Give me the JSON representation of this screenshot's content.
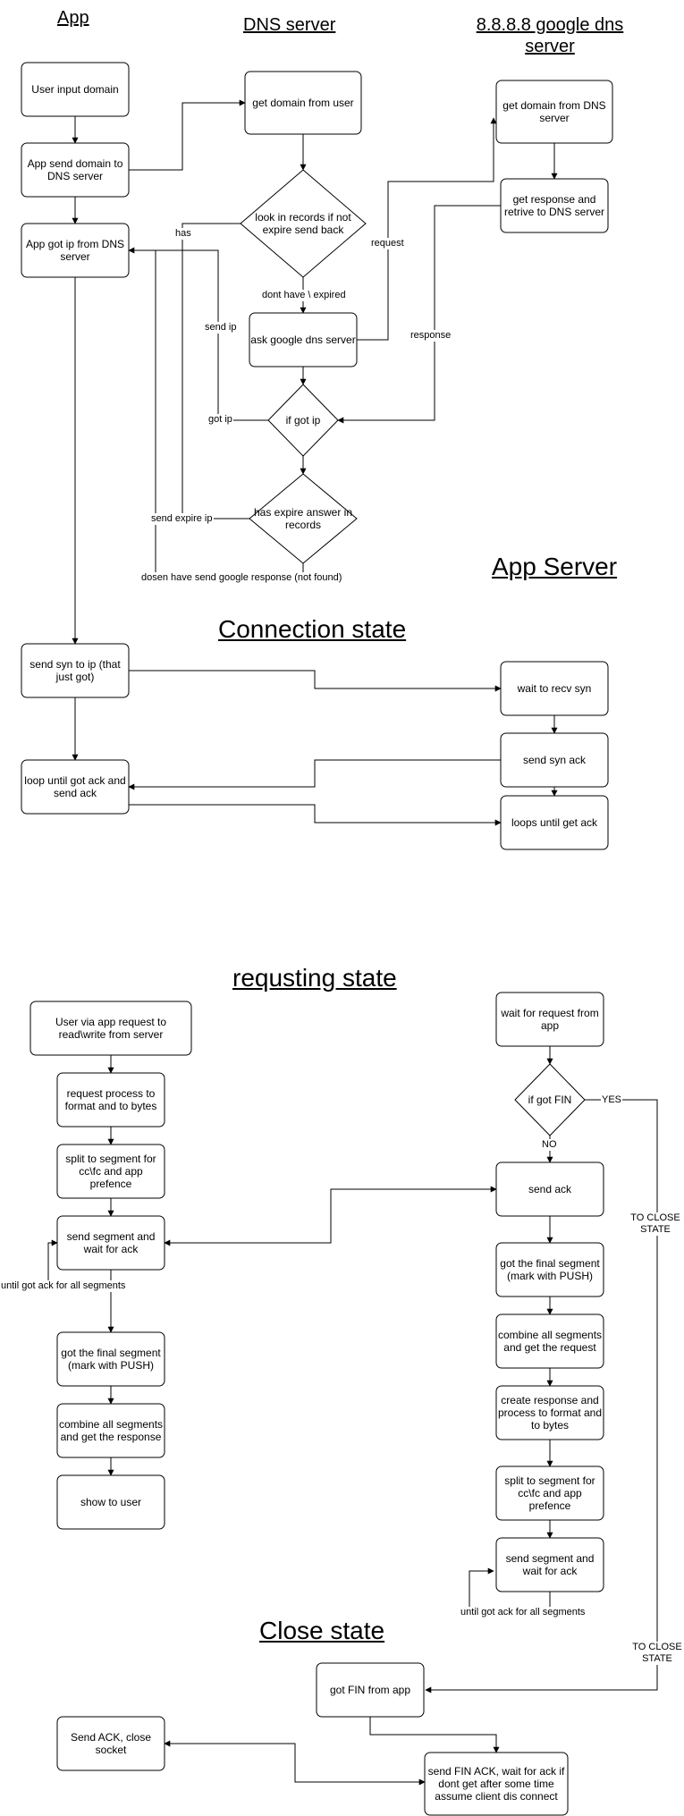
{
  "headings": {
    "app": "App",
    "dns_server": "DNS server",
    "google_dns": "8.8.8.8 google dns server",
    "app_server": "App Server",
    "connection_state": "Connection state",
    "requesting_state": "requsting state",
    "close_state": "Close state"
  },
  "dns_flow": {
    "user_input_domain": "User input domain",
    "app_send_domain": "App send domain to DNS server",
    "app_got_ip": "App got ip from DNS server",
    "get_domain_from_user": "get domain from  user",
    "look_in_records": "look in records if not expire send back",
    "ask_google": "ask google dns server",
    "if_got_ip": "if got ip",
    "has_expire_answer": "has expire answer in records",
    "google_get_domain": "get domain from  DNS server",
    "google_get_response": "get response and retrive to DNS server",
    "label_has": "has",
    "label_dont_have": "dont have \\ expired",
    "label_send_ip": "send ip",
    "label_got_ip": "got ip",
    "label_request": "request",
    "label_response": "response",
    "label_send_expire_ip": "send expire ip",
    "label_not_found": "dosen have send google response (not found)"
  },
  "connection_flow": {
    "send_syn": "send syn to ip (that just got)",
    "loop_ack": "loop until got ack and send  ack",
    "wait_syn": "wait to recv syn",
    "send_syn_ack": "send syn ack",
    "loops_get_ack": "loops until get ack"
  },
  "request_flow": {
    "user_request": "User via app request to read\\write from server",
    "request_process": "request process to format and to bytes",
    "split_segment_client": "split to segment for cc\\fc and app prefence",
    "send_segment_client": "send  segment and wait for ack",
    "label_until_ack_client": "until got ack for all segments",
    "final_segment_client": "got the final segment (mark with PUSH)",
    "combine_response": "combine all segments and get the response",
    "show_user": "show to user",
    "wait_request": "wait for request from app",
    "if_got_fin": "if got FIN",
    "label_yes": "YES",
    "label_no": "NO",
    "label_to_close_1": "TO CLOSE STATE",
    "send_ack": "send ack",
    "final_segment_server": "got the final segment (mark with PUSH)",
    "combine_request": "combine all segments and get the request",
    "create_response": "create response and process to format and  to bytes",
    "split_segment_server": "split to segment for cc\\fc and app prefence",
    "send_segment_server": "send  segment and wait for ack",
    "label_until_ack_server": "until got ack for all segments",
    "label_to_close_2": "TO CLOSE STATE"
  },
  "close_flow": {
    "got_fin": "got FIN from app",
    "send_fin_ack": "send FIN ACK, wait for ack if dont get after some time assume client dis connect",
    "send_ack_close": "Send ACK, close socket"
  }
}
